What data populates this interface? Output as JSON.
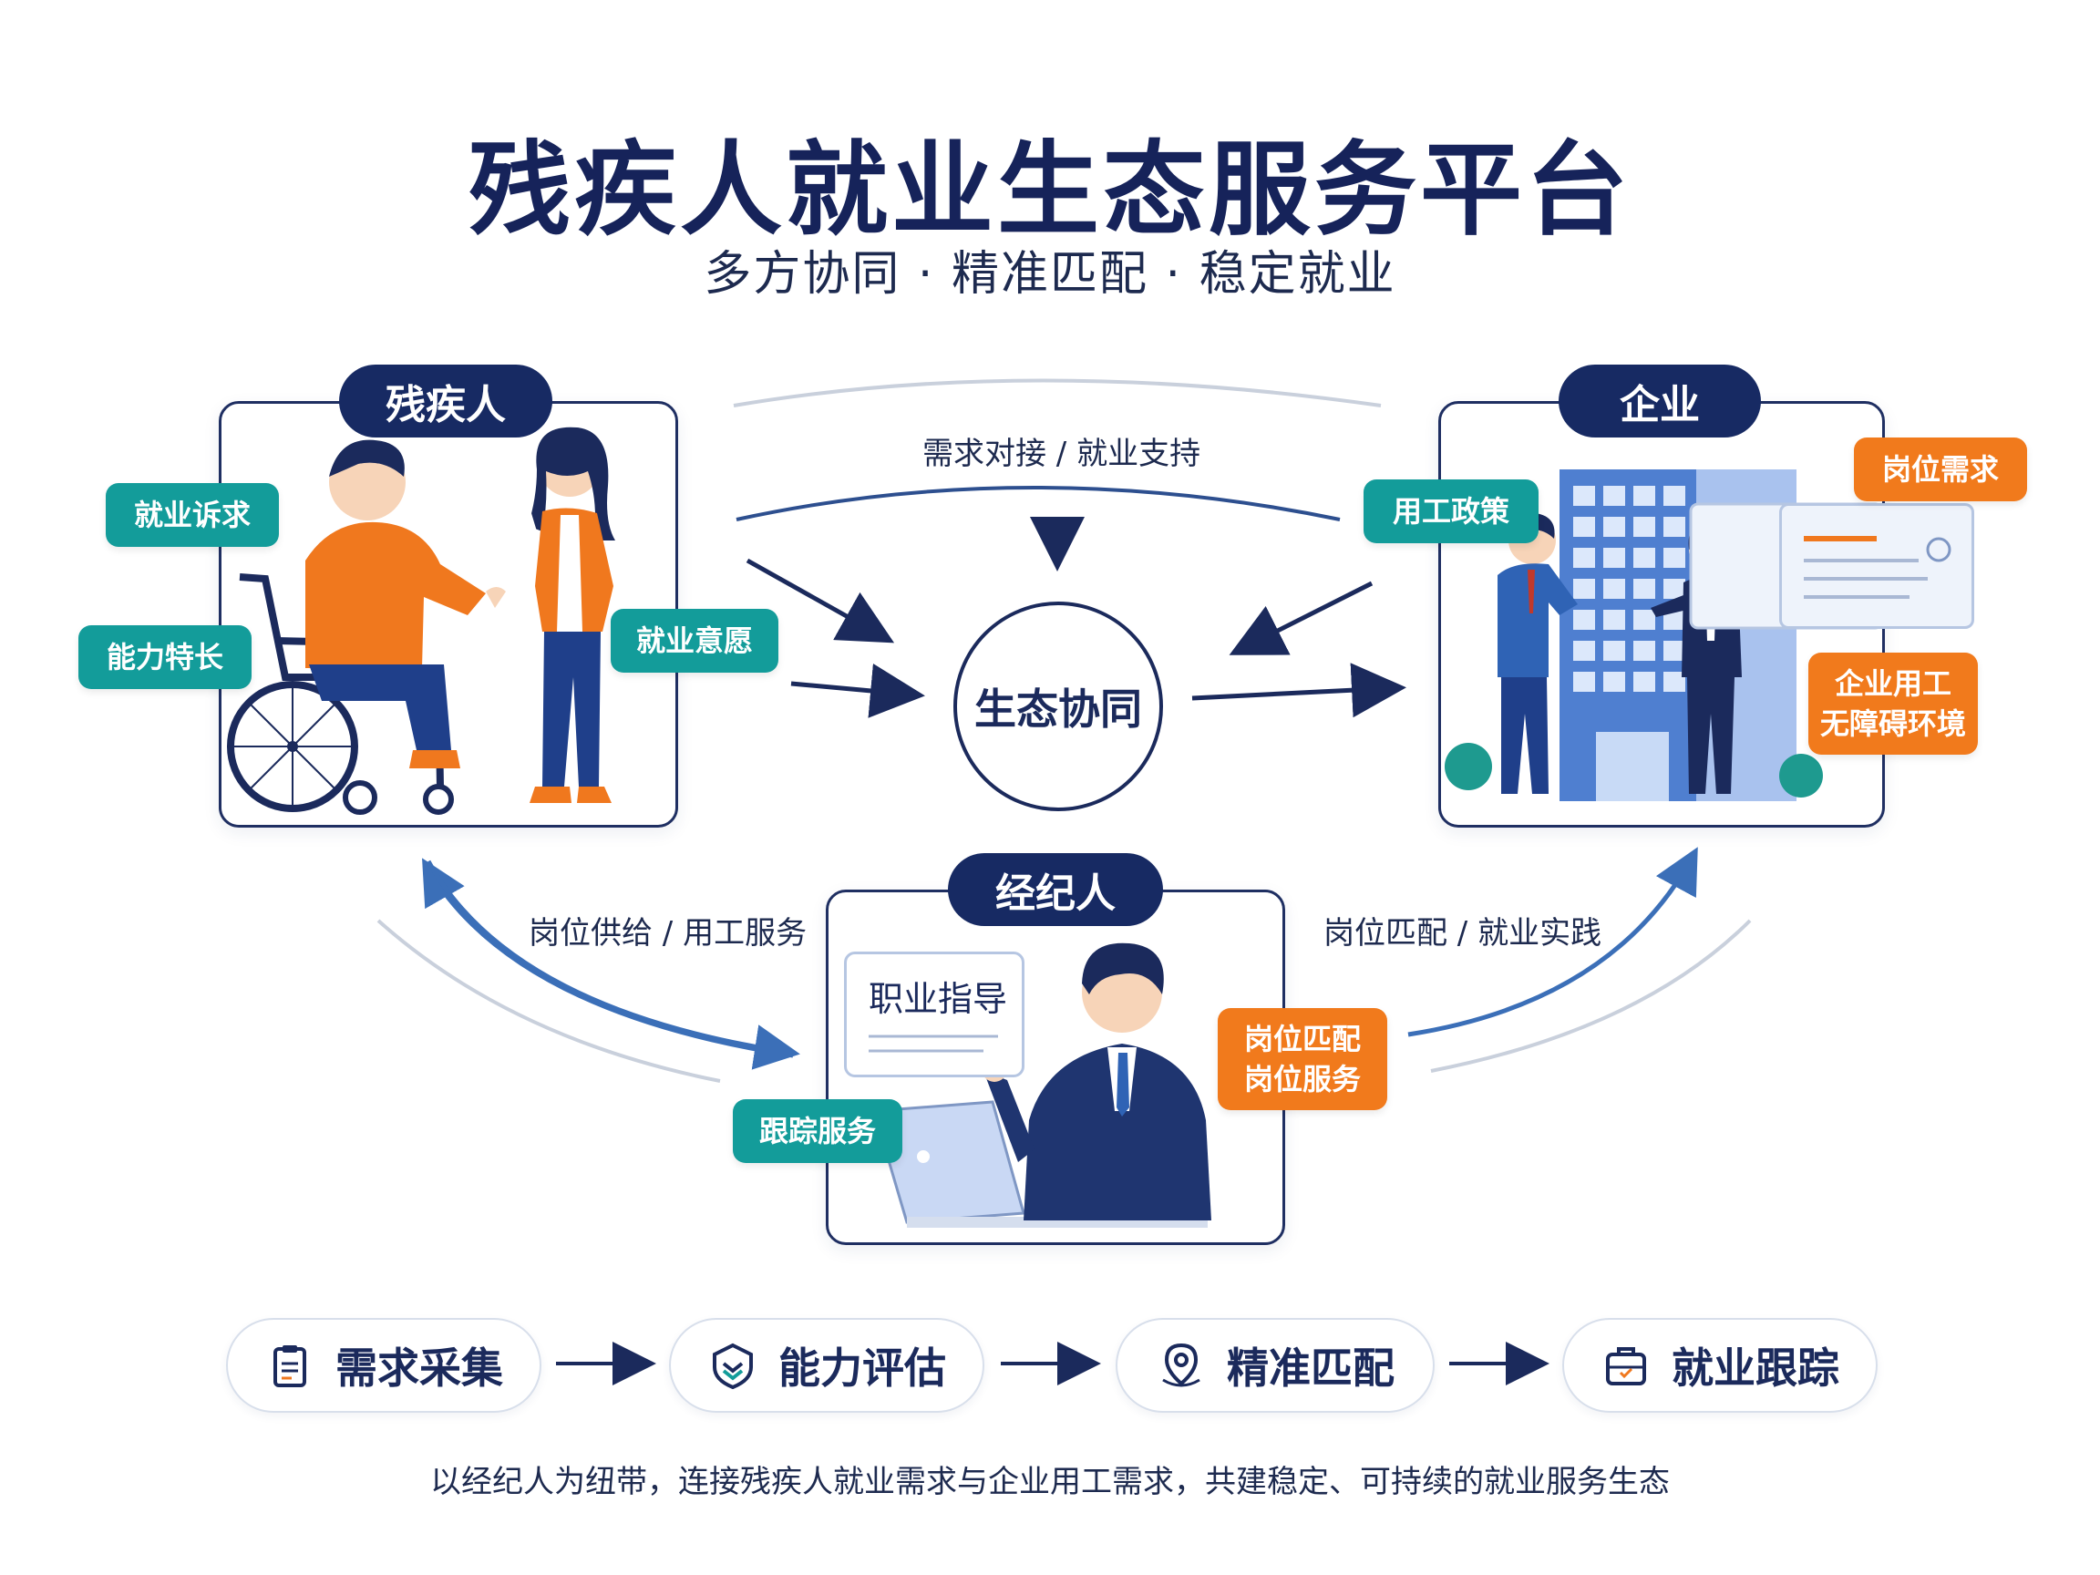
{
  "title": "残疾人就业生态服务平台",
  "subtitle": "多方协同 · 精准匹配 · 稳定就业",
  "center": "生态协同",
  "panels": {
    "disabled": {
      "title": "残疾人",
      "tags": [
        "就业诉求",
        "能力特长",
        "就业意愿"
      ]
    },
    "enterprise": {
      "title": "企业",
      "tags": [
        "用工政策",
        "岗位需求"
      ],
      "tag_multi": [
        "企业用工",
        "无障碍环境"
      ]
    },
    "broker": {
      "title": "经纪人",
      "bubble": "职业指导",
      "tag_teal": "跟踪服务",
      "tag_multi": [
        "岗位匹配",
        "岗位服务"
      ]
    }
  },
  "flows": {
    "top": "需求对接 / 就业支持",
    "left": "岗位供给 / 用工服务",
    "right": "岗位匹配 / 就业实践"
  },
  "steps": [
    {
      "label": "需求采集",
      "icon": "clipboard-icon"
    },
    {
      "label": "能力评估",
      "icon": "shield-check-icon"
    },
    {
      "label": "精准匹配",
      "icon": "location-pin-icon"
    },
    {
      "label": "就业跟踪",
      "icon": "briefcase-icon"
    }
  ],
  "footer": "以经纪人为纽带，连接残疾人就业需求与企业用工需求，共建稳定、可持续的就业服务生态",
  "colors": {
    "navy": "#16235a",
    "teal": "#139c9a",
    "orange": "#f17a1c",
    "blue": "#3b6fb8"
  }
}
